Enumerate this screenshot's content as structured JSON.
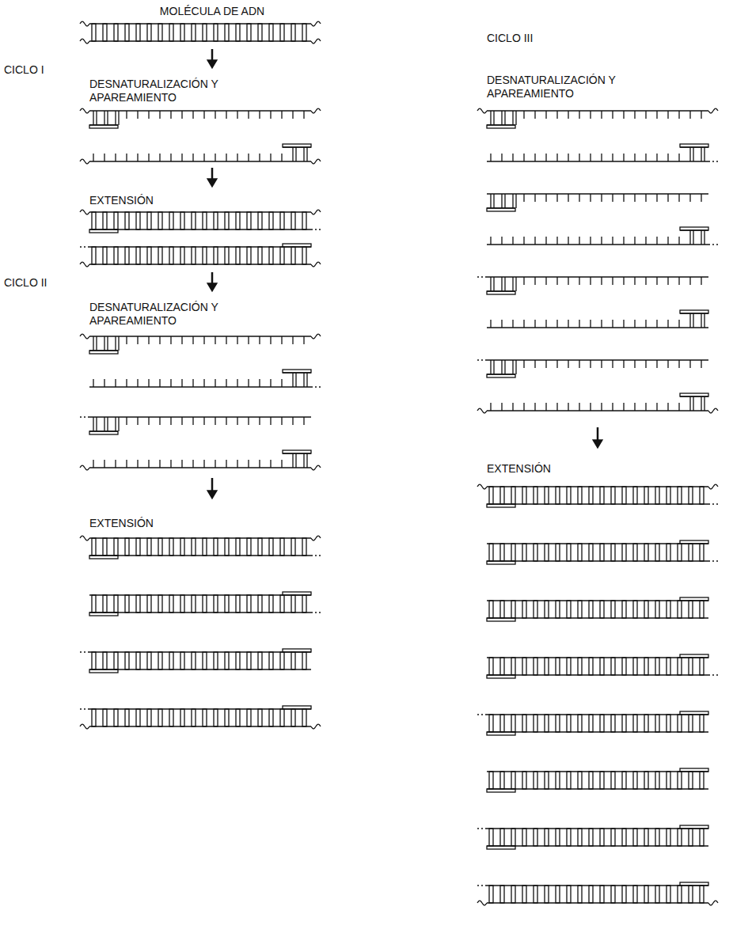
{
  "diagram": {
    "labels": [
      "MOLÉCULA DE ADN",
      "CICLO I",
      "DESNATURALIZACIÓN Y APAREAMIENTO",
      "EXTENSIÓN",
      "CICLO II",
      "DESNATURALIZACIÓN Y APAREAMIENTO",
      "EXTENSIÓN",
      "CICLO III",
      "DESNATURALIZACIÓN Y APAREAMIENTO",
      "EXTENSIÓN"
    ]
  }
}
